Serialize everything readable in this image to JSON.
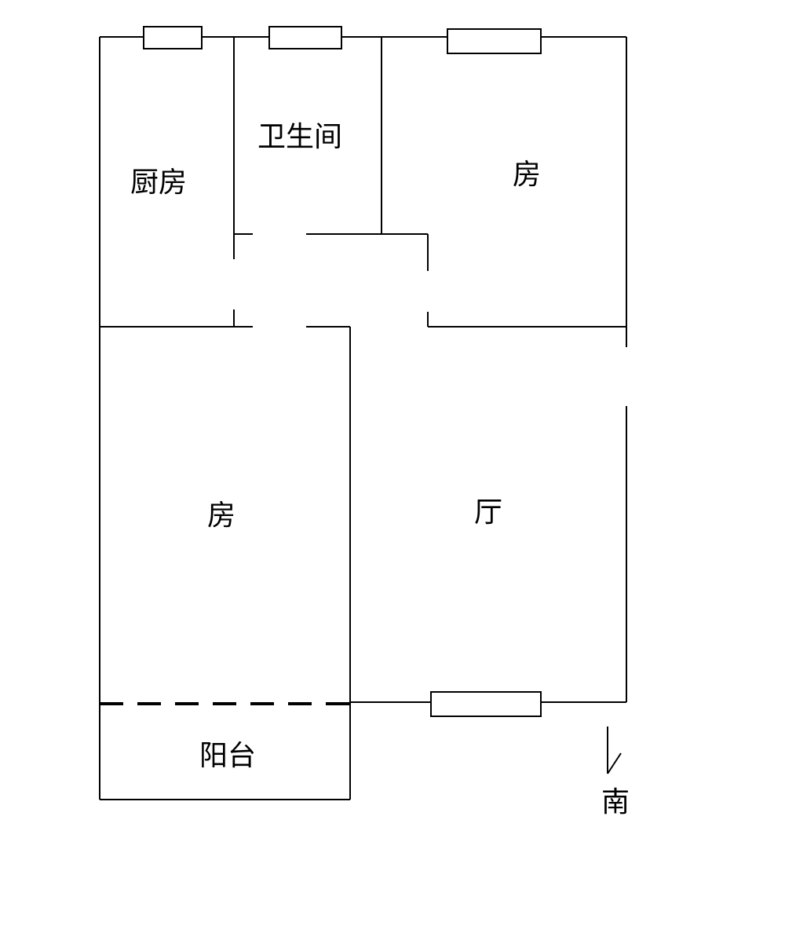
{
  "rooms": {
    "kitchen": "厨房",
    "bathroom": "卫生间",
    "bedroom_north": "房",
    "bedroom_south": "房",
    "living_room": "厅",
    "balcony": "阳台"
  },
  "compass": {
    "direction": "南"
  }
}
